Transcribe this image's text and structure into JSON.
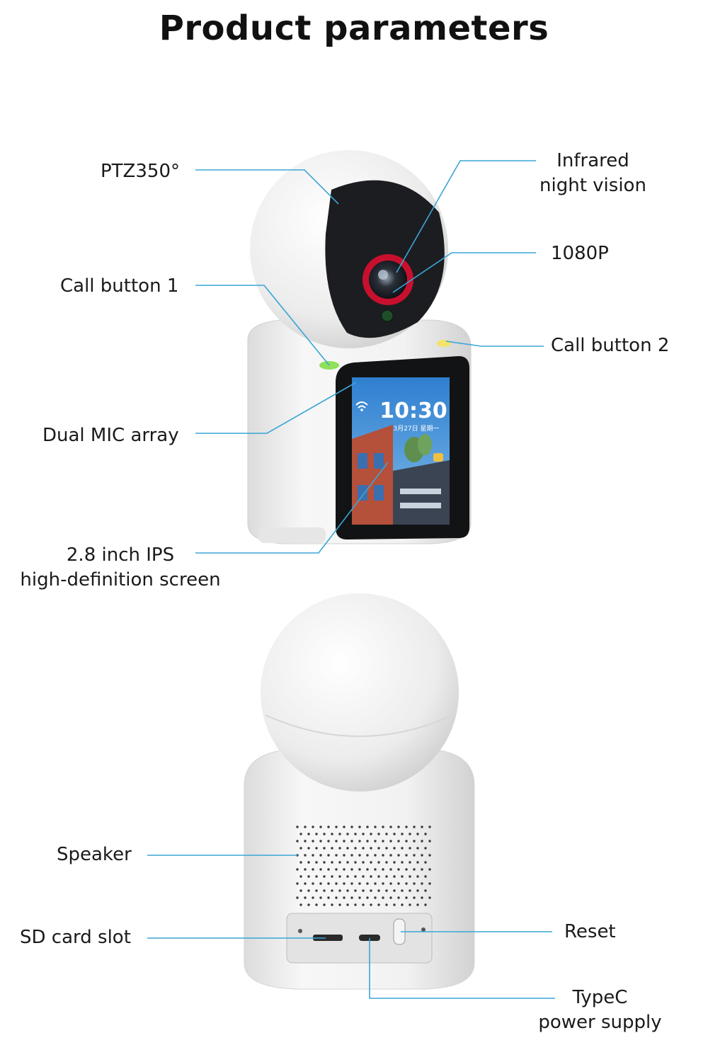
{
  "title": "Product parameters",
  "labels": {
    "ptz": "PTZ350°",
    "infrared_1": "Infrared",
    "infrared_2": "night vision",
    "resolution": "1080P",
    "call_button_1": "Call button 1",
    "call_button_2": "Call button 2",
    "dual_mic": "Dual MIC array",
    "screen_1": "2.8 inch IPS",
    "screen_2": "high-definition screen",
    "speaker": "Speaker",
    "sd_card": "SD card slot",
    "reset": "Reset",
    "typec_1": "TypeC",
    "typec_2": "power supply"
  },
  "screen": {
    "time": "10:30",
    "date": "3月27日 星期一"
  },
  "colors": {
    "leader_line": "#3aa6d6",
    "device_white": "#f2f2f2",
    "screen_sky": "#3f8ed8",
    "lens_ring": "#c8102e",
    "indicator_green": "#8fe05a",
    "indicator_yellow": "#f4e36a"
  }
}
